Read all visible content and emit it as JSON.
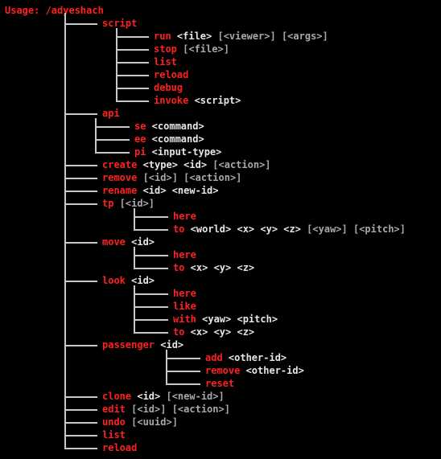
{
  "usage": "Usage: /adyeshach",
  "rows": [
    {
      "parts": [
        [
          "cmd",
          "script"
        ]
      ]
    },
    {
      "parts": [
        [
          "cmd",
          "run"
        ],
        [
          "arg",
          " <file> "
        ],
        [
          "opt",
          "[<viewer>] [<args>]"
        ]
      ]
    },
    {
      "parts": [
        [
          "cmd",
          "stop"
        ],
        [
          "opt",
          " [<file>]"
        ]
      ]
    },
    {
      "parts": [
        [
          "cmd",
          "list"
        ]
      ]
    },
    {
      "parts": [
        [
          "cmd",
          "reload"
        ]
      ]
    },
    {
      "parts": [
        [
          "cmd",
          "debug"
        ]
      ]
    },
    {
      "parts": [
        [
          "cmd",
          "invoke"
        ],
        [
          "arg",
          " <script>"
        ]
      ]
    },
    {
      "parts": [
        [
          "cmd",
          "api"
        ]
      ]
    },
    {
      "parts": [
        [
          "cmd",
          "se"
        ],
        [
          "arg",
          " <command>"
        ]
      ]
    },
    {
      "parts": [
        [
          "cmd",
          "ee"
        ],
        [
          "arg",
          " <command>"
        ]
      ]
    },
    {
      "parts": [
        [
          "cmd",
          "pi"
        ],
        [
          "arg",
          " <input-type>"
        ]
      ]
    },
    {
      "parts": [
        [
          "cmd",
          "create"
        ],
        [
          "arg",
          " <type> <id> "
        ],
        [
          "opt",
          "[<action>]"
        ]
      ]
    },
    {
      "parts": [
        [
          "cmd",
          "remove"
        ],
        [
          "opt",
          " [<id>] [<action>]"
        ]
      ]
    },
    {
      "parts": [
        [
          "cmd",
          "rename"
        ],
        [
          "arg",
          " <id> <new-id>"
        ]
      ]
    },
    {
      "parts": [
        [
          "cmd",
          "tp"
        ],
        [
          "opt",
          " [<id>]"
        ]
      ]
    },
    {
      "parts": [
        [
          "cmd",
          "here"
        ]
      ]
    },
    {
      "parts": [
        [
          "cmd",
          "to"
        ],
        [
          "arg",
          " <world> <x> <y> <z> "
        ],
        [
          "opt",
          "[<yaw>] [<pitch>]"
        ]
      ]
    },
    {
      "parts": [
        [
          "cmd",
          "move"
        ],
        [
          "arg",
          " <id>"
        ]
      ]
    },
    {
      "parts": [
        [
          "cmd",
          "here"
        ]
      ]
    },
    {
      "parts": [
        [
          "cmd",
          "to"
        ],
        [
          "arg",
          " <x> <y> <z>"
        ]
      ]
    },
    {
      "parts": [
        [
          "cmd",
          "look"
        ],
        [
          "arg",
          " <id>"
        ]
      ]
    },
    {
      "parts": [
        [
          "cmd",
          "here"
        ]
      ]
    },
    {
      "parts": [
        [
          "cmd",
          "like"
        ]
      ]
    },
    {
      "parts": [
        [
          "cmd",
          "with"
        ],
        [
          "arg",
          " <yaw> <pitch>"
        ]
      ]
    },
    {
      "parts": [
        [
          "cmd",
          "to"
        ],
        [
          "arg",
          " <x> <y> <z>"
        ]
      ]
    },
    {
      "parts": [
        [
          "cmd",
          "passenger"
        ],
        [
          "arg",
          " <id>"
        ]
      ]
    },
    {
      "parts": [
        [
          "cmd",
          "add"
        ],
        [
          "arg",
          " <other-id>"
        ]
      ]
    },
    {
      "parts": [
        [
          "cmd",
          "remove"
        ],
        [
          "arg",
          " <other-id>"
        ]
      ]
    },
    {
      "parts": [
        [
          "cmd",
          "reset"
        ]
      ]
    },
    {
      "parts": [
        [
          "cmd",
          "clone"
        ],
        [
          "arg",
          " <id> "
        ],
        [
          "opt",
          "[<new-id>]"
        ]
      ]
    },
    {
      "parts": [
        [
          "cmd",
          "edit"
        ],
        [
          "opt",
          " [<id>] [<action>]"
        ]
      ]
    },
    {
      "parts": [
        [
          "cmd",
          "undo"
        ],
        [
          "opt",
          " [<uuid>]"
        ]
      ]
    },
    {
      "parts": [
        [
          "cmd",
          "list"
        ]
      ]
    },
    {
      "parts": [
        [
          "cmd",
          "reload"
        ]
      ]
    }
  ]
}
